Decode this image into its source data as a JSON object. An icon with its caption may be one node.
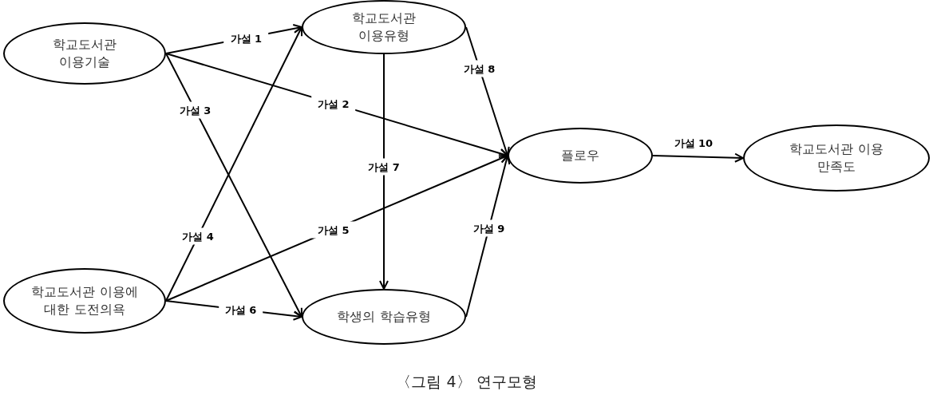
{
  "diagram": {
    "caption": "〈그림 4〉 연구모형",
    "nodes": [
      {
        "text": [
          "학교도서관 이용기술"
        ]
      },
      {
        "text": [
          "학교도서관 이용유형"
        ]
      },
      {
        "text": [
          "학교도서관 이용에 대한 도전의욕"
        ]
      },
      {
        "text": [
          "학생의 학습유형"
        ]
      },
      {
        "text": [
          "플로우"
        ]
      },
      {
        "text": [
          "학교도서관 이용 만족도"
        ]
      }
    ],
    "edges": [
      {
        "from": 0,
        "to": 1,
        "arrow": "to",
        "label": "가설 1"
      },
      {
        "from": 0,
        "to": 4,
        "arrow": "to",
        "label": "가설 2"
      },
      {
        "from": 0,
        "to": 3,
        "arrow": "to",
        "label": "가설 3"
      },
      {
        "from": 2,
        "to": 1,
        "arrow": "to",
        "label": "가설 4"
      },
      {
        "from": 2,
        "to": 4,
        "arrow": "to",
        "label": "가설 5"
      },
      {
        "from": 2,
        "to": 3,
        "arrow": "to",
        "label": "가설 6"
      },
      {
        "from": 1,
        "to": 3,
        "arrow": "to",
        "label": "가설 7"
      },
      {
        "from": 1,
        "to": 4,
        "arrow": "to",
        "label": "가설 8"
      },
      {
        "from": 3,
        "to": 4,
        "arrow": "to",
        "label": "가설 9"
      },
      {
        "from": 4,
        "to": 5,
        "arrow": "to",
        "label": "가설 10"
      }
    ]
  }
}
